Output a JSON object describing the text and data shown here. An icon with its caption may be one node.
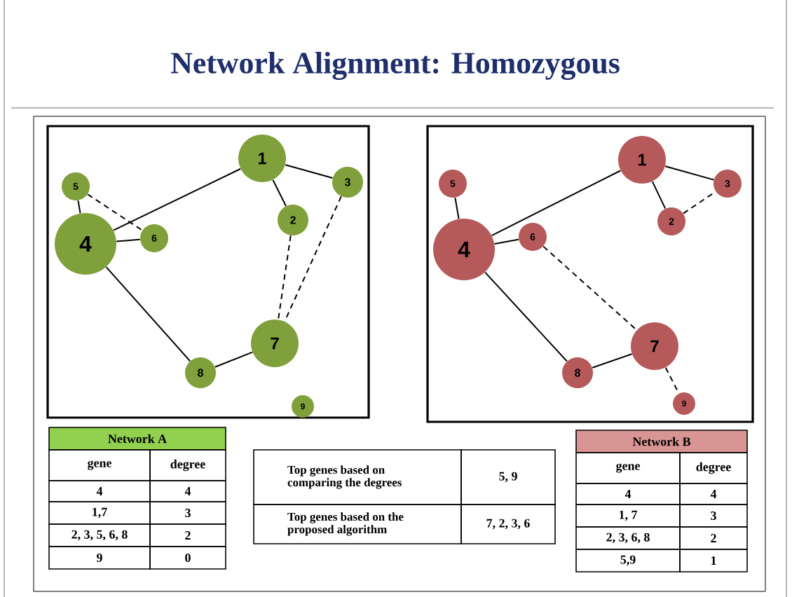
{
  "diagram": {
    "title": "Network Alignment: Homozygous",
    "nodes": [
      {
        "text": [],
        "shape": "box"
      },
      {
        "text": [
          "1"
        ],
        "in": 0
      },
      {
        "text": [
          "2"
        ],
        "in": 0
      },
      {
        "text": [
          "3"
        ],
        "in": 0
      },
      {
        "text": [
          "4"
        ],
        "in": 0
      },
      {
        "text": [
          "5"
        ],
        "in": 0
      },
      {
        "text": [
          "6"
        ],
        "in": 0
      },
      {
        "text": [
          "7"
        ],
        "in": 0
      },
      {
        "text": [
          "8"
        ],
        "in": 0
      },
      {
        "text": [
          "9"
        ],
        "in": 0
      },
      {
        "text": [],
        "shape": "box"
      },
      {
        "text": [
          "1"
        ],
        "in": 10
      },
      {
        "text": [
          "2"
        ],
        "in": 10
      },
      {
        "text": [
          "3"
        ],
        "in": 10
      },
      {
        "text": [
          "4"
        ],
        "in": 10
      },
      {
        "text": [
          "5"
        ],
        "in": 10
      },
      {
        "text": [
          "6"
        ],
        "in": 10
      },
      {
        "text": [
          "7"
        ],
        "in": 10
      },
      {
        "text": [
          "8"
        ],
        "in": 10
      },
      {
        "text": [
          "9"
        ],
        "in": 10
      }
    ],
    "edges": [
      {
        "from": 1,
        "to": 4,
        "arrow": "none"
      },
      {
        "from": 1,
        "to": 2,
        "arrow": "none"
      },
      {
        "from": 1,
        "to": 3,
        "arrow": "none"
      },
      {
        "from": 5,
        "to": 4,
        "arrow": "none"
      },
      {
        "from": 5,
        "to": 6,
        "arrow": "none",
        "style": "dashed"
      },
      {
        "from": 4,
        "to": 6,
        "arrow": "none"
      },
      {
        "from": 2,
        "to": 7,
        "arrow": "none",
        "style": "dashed"
      },
      {
        "from": 3,
        "to": 7,
        "arrow": "none",
        "style": "dashed"
      },
      {
        "from": 4,
        "to": 8,
        "arrow": "none"
      },
      {
        "from": 8,
        "to": 7,
        "arrow": "none"
      },
      {
        "from": 11,
        "to": 14,
        "arrow": "none"
      },
      {
        "from": 11,
        "to": 12,
        "arrow": "none"
      },
      {
        "from": 11,
        "to": 13,
        "arrow": "none"
      },
      {
        "from": 12,
        "to": 13,
        "arrow": "none",
        "style": "dashed"
      },
      {
        "from": 15,
        "to": 14,
        "arrow": "none"
      },
      {
        "from": 14,
        "to": 16,
        "arrow": "none"
      },
      {
        "from": 16,
        "to": 17,
        "arrow": "none",
        "style": "dashed"
      },
      {
        "from": 14,
        "to": 18,
        "arrow": "none"
      },
      {
        "from": 18,
        "to": 17,
        "arrow": "none"
      },
      {
        "from": 17,
        "to": 19,
        "arrow": "none",
        "style": "dashed"
      }
    ],
    "labels": [
      "Network A",
      "gene",
      "degree",
      "4",
      "4",
      "1,7",
      "3",
      "2, 3, 5, 6, 8",
      "2",
      "9",
      "0",
      "Top genes based on comparing the degrees",
      "5, 9",
      "Top genes based on the proposed algorithm",
      "7, 2, 3, 6",
      "Network B",
      "gene",
      "degree",
      "4",
      "4",
      "1, 7",
      "3",
      "2, 3, 6, 8",
      "2",
      "5,9",
      "1"
    ]
  }
}
